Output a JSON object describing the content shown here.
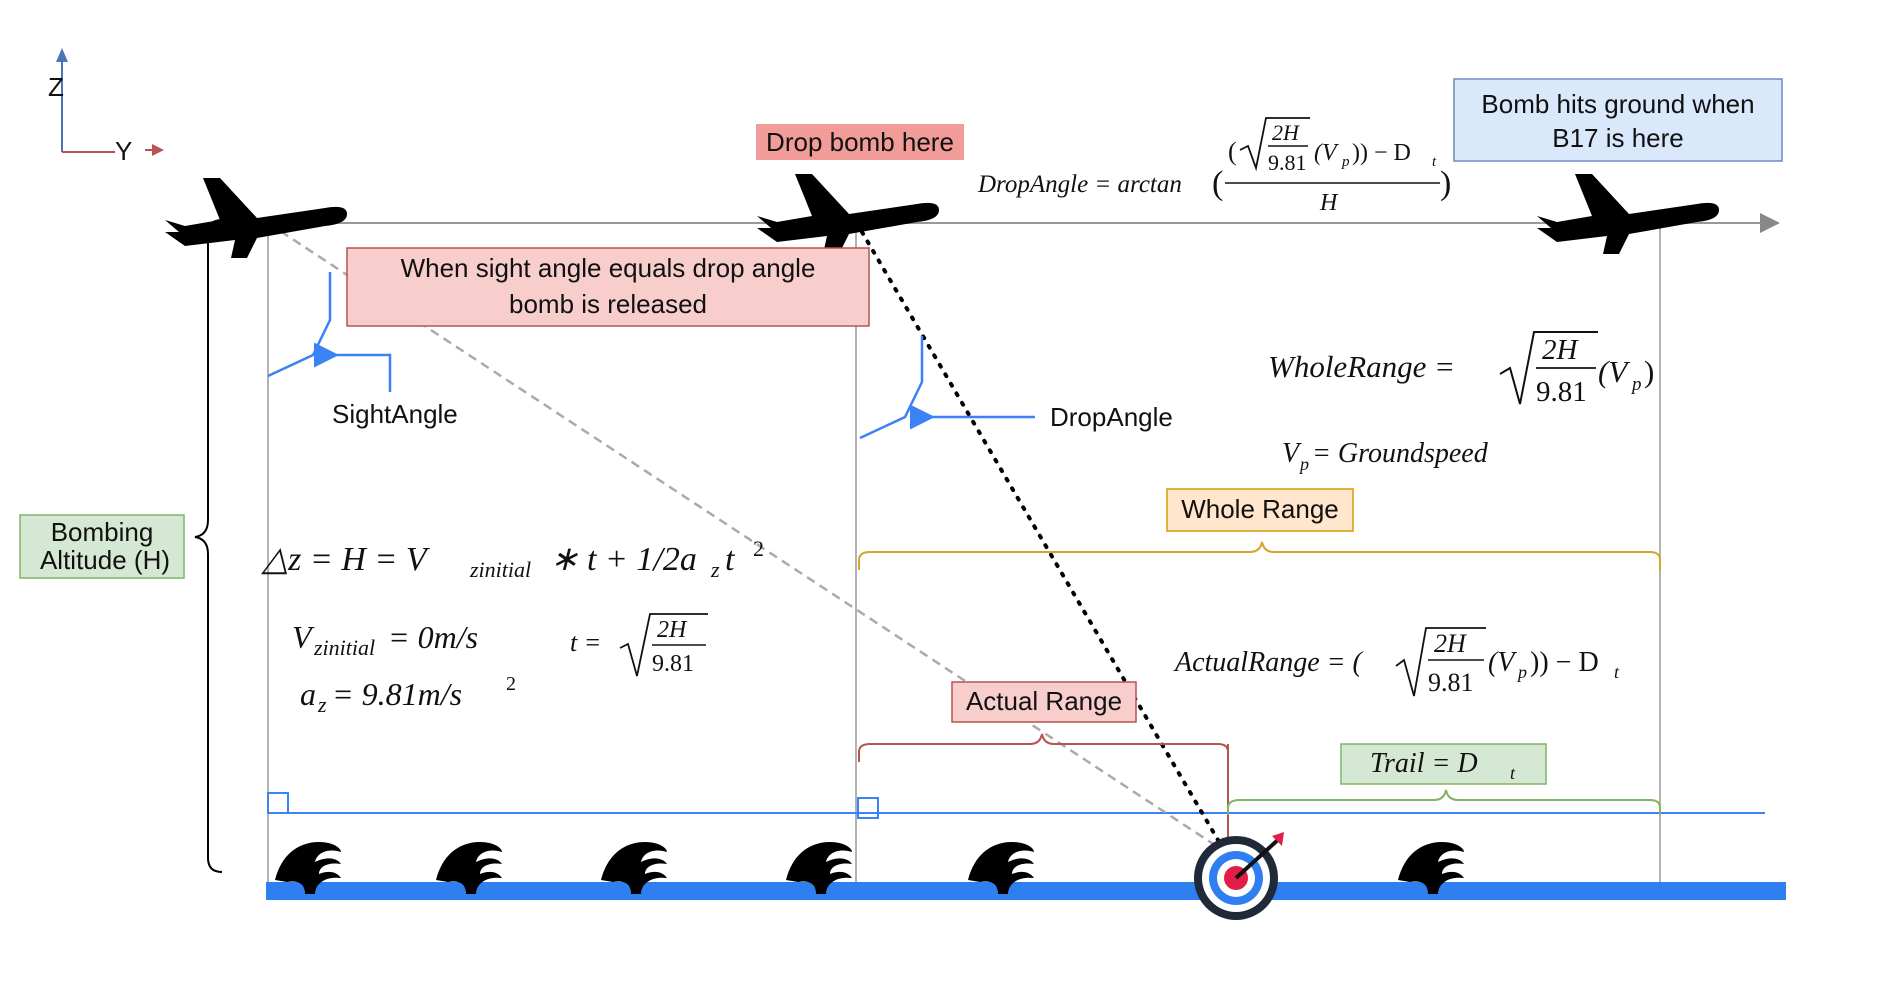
{
  "axes": {
    "z_label": "Z",
    "y_label": "Y"
  },
  "labels": {
    "drop_bomb_here": "Drop bomb here",
    "bomb_hits_line1": "Bomb hits ground when",
    "bomb_hits_line2": "B17 is here",
    "sight_equals_line1": "When sight angle equals drop angle",
    "sight_equals_line2": "bomb is released",
    "sight_angle": "SightAngle",
    "drop_angle": "DropAngle",
    "bombing_altitude_line1": "Bombing",
    "bombing_altitude_line2": "Altitude (H)",
    "whole_range": "Whole Range",
    "actual_range": "Actual Range"
  },
  "equations": {
    "drop_angle_lhs": "DropAngle = arctan",
    "drop_angle_frac_num": "2H",
    "drop_angle_frac_den": "9.81",
    "drop_angle_num_tail": "(V",
    "drop_angle_num_end": ")) − D",
    "drop_angle_den": "H",
    "whole_range_lhs": "WholeRange =",
    "whole_range_num": "2H",
    "whole_range_den": "9.81",
    "whole_range_tail": "(V",
    "vp_def": "V",
    "vp_rhs": " = Groundspeed",
    "kinematic_lhs": "△z = H = V",
    "kinematic_sub": "zinitial",
    "kinematic_mid": " ∗ t + 1/2a",
    "kinematic_tail": "t",
    "vz_lhs": "V",
    "vz_rhs": " = 0m/s",
    "az_lhs": "a",
    "az_rhs": " = 9.81m/s",
    "t_lhs": "t =",
    "t_num": "2H",
    "t_den": "9.81",
    "actual_range_lhs": "ActualRange = (",
    "actual_range_num": "2H",
    "actual_range_den": "9.81",
    "actual_range_tail": "(V",
    "actual_range_end": ")) − D",
    "trail_lhs": "Trail = D"
  },
  "icons": [
    "airplane-icon",
    "wave-icon",
    "target-icon"
  ],
  "colors": {
    "accent_blue": "#3b82f6",
    "ground_blue": "#2f7ff0",
    "red_label": "#f8cecc",
    "blue_label": "#dae8fc",
    "green_label": "#d5e8d4",
    "orange_label": "#ffe6cc",
    "orange_brace": "#d6a52a",
    "red_brace": "#b85450",
    "green_brace": "#82b366"
  }
}
